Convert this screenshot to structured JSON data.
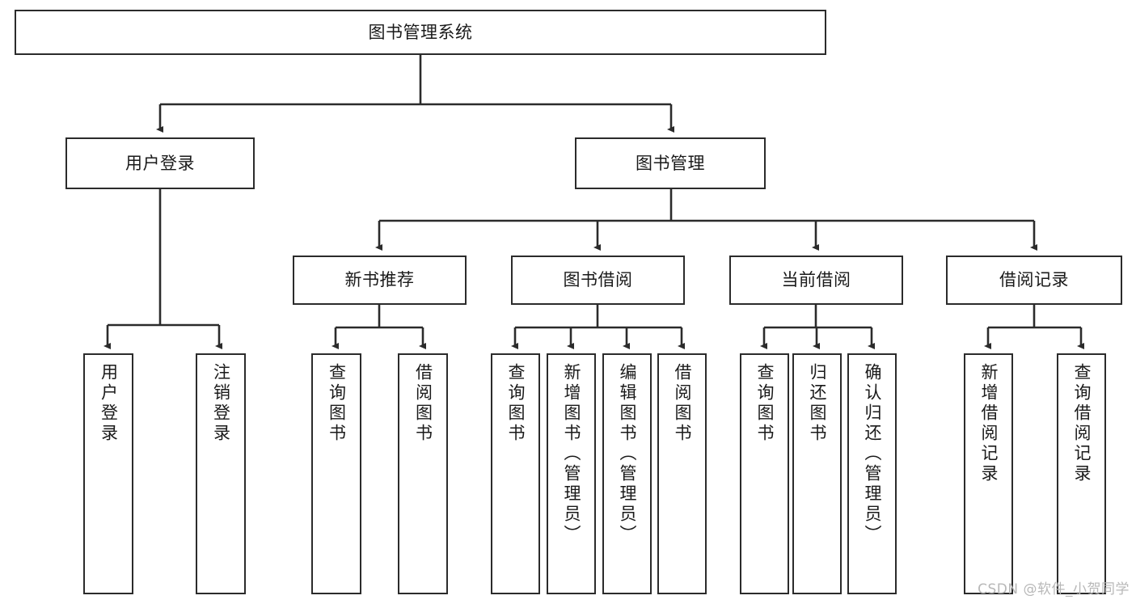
{
  "diagram": {
    "type": "tree",
    "title": "图书管理系统",
    "watermark": "CSDN @软件_小贺同学",
    "colors": {
      "stroke": "#2b2b2b",
      "fill": "#ffffff",
      "text": "#1a1a1a",
      "watermark": "#b8b8b8"
    },
    "nodes": {
      "root": {
        "label": "图书管理系统"
      },
      "level2": [
        {
          "label": "用户登录"
        },
        {
          "label": "图书管理"
        }
      ],
      "level3": [
        {
          "label": "新书推荐"
        },
        {
          "label": "图书借阅"
        },
        {
          "label": "当前借阅"
        },
        {
          "label": "借阅记录"
        }
      ],
      "leaves": {
        "user_login": [
          {
            "label": "用户登录"
          },
          {
            "label": "注销登录"
          }
        ],
        "new_book_recommend": [
          {
            "label": "查询图书"
          },
          {
            "label": "借阅图书"
          }
        ],
        "book_borrow": [
          {
            "label": "查询图书"
          },
          {
            "label": "新增图书（管理员）"
          },
          {
            "label": "编辑图书（管理员）"
          },
          {
            "label": "借阅图书"
          }
        ],
        "current_borrow": [
          {
            "label": "查询图书"
          },
          {
            "label": "归还图书"
          },
          {
            "label": "确认归还（管理员）"
          }
        ],
        "borrow_record": [
          {
            "label": "新增借阅记录"
          },
          {
            "label": "查询借阅记录"
          }
        ]
      }
    }
  }
}
